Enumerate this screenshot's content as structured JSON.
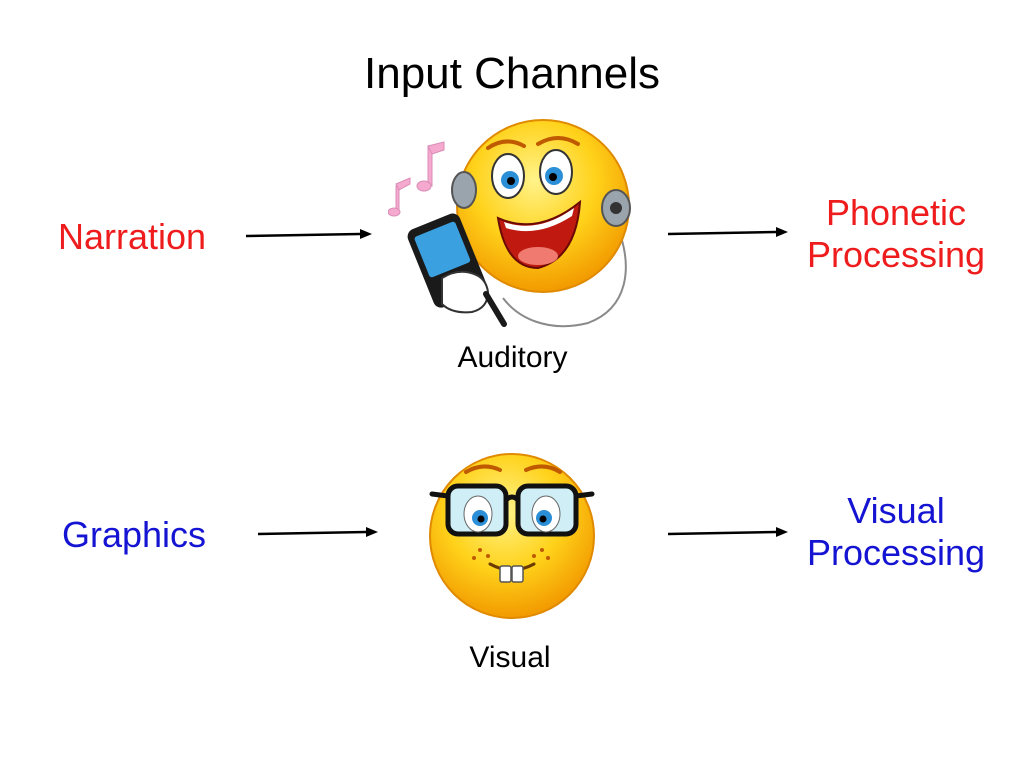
{
  "title": "Input Channels",
  "rows": [
    {
      "input": "Narration",
      "channel": "Auditory",
      "output_line1": "Phonetic",
      "output_line2": "Processing",
      "color": "#ee1c1c",
      "icon": "headphone-smiley-icon"
    },
    {
      "input": "Graphics",
      "channel": "Visual",
      "output_line1": "Visual",
      "output_line2": "Processing",
      "color": "#1414d2",
      "icon": "glasses-smiley-icon"
    }
  ],
  "colors": {
    "face_yellow": "#ffd21a",
    "face_orange": "#f29a00",
    "auditory_color": "#ee1c1c",
    "visual_color": "#1414d2"
  }
}
